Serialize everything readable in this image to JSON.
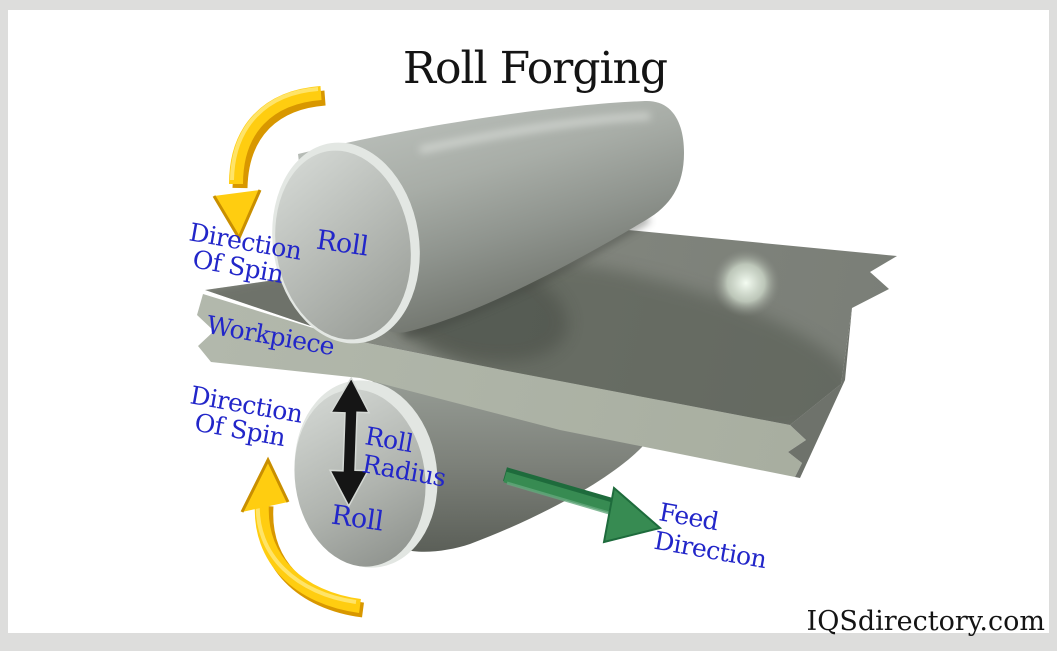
{
  "figure": {
    "title": "Roll Forging",
    "watermark": "IQSdirectory.com"
  },
  "labels": {
    "spin_top": {
      "line1": "Direction",
      "line2": "Of Spin"
    },
    "roll_top": "Roll",
    "workpiece": "Workpiece",
    "spin_bottom": {
      "line1": "Direction",
      "line2": "Of Spin"
    },
    "roll_radius": {
      "line1": "Roll",
      "line2": "Radius"
    },
    "roll_bottom": "Roll",
    "feed": {
      "line1": "Feed",
      "line2": "Direction"
    }
  },
  "colors": {
    "label_blue": "#2226C9",
    "title_black": "#141414",
    "arrow_yellow": "#FFCD10",
    "arrow_yellow_shade": "#D89700",
    "arrow_yellow_highlight": "#FFE878",
    "arrow_green": "#378B52",
    "arrow_green_dark": "#1E6B3C",
    "arrow_black": "#151515",
    "frame_gray": "#DDDDDC",
    "background": "#FFFFFF",
    "plate_top_gray": "#80847B",
    "plate_front_gray": "#AEB4A8",
    "roll_steel_mid": "#9AA099"
  }
}
